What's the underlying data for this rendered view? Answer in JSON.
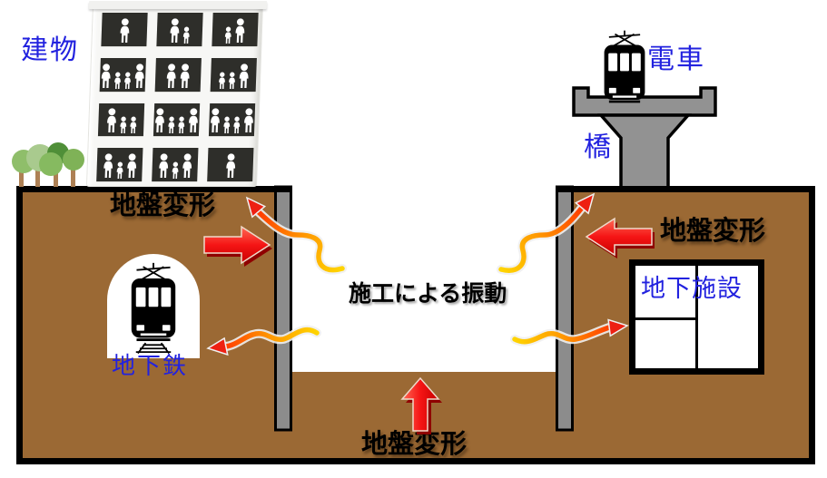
{
  "labels": {
    "building": "建物",
    "train": "電車",
    "bridge": "橋",
    "subway": "地下鉄",
    "underground_facility": "地下施設",
    "ground_deformation_left": "地盤変形",
    "ground_deformation_right": "地盤変形",
    "ground_deformation_bottom": "地盤変形",
    "construction_vibration": "施工による振動"
  },
  "colors": {
    "ground_brown": "#9B6934",
    "label_blue": "#2222DF",
    "arrow_red": "#EE1010",
    "arrow_red_dark": "#8F0000",
    "wave_yellow": "#FFD400",
    "wave_orange": "#FF8A00",
    "wave_red": "#FF2000",
    "wall_gray": "#8C8C8C",
    "bridge_gray": "#929292",
    "window_dark": "#2E2E2A"
  },
  "building": {
    "people_legend": {
      "a": "adult",
      "c": "child"
    },
    "windows": [
      [
        "a",
        "ac",
        "ca"
      ],
      [
        "acca",
        "aa",
        "cca"
      ],
      [
        "acc",
        "acca",
        "acca"
      ],
      [
        "aca",
        "aca",
        "a"
      ]
    ]
  },
  "icons": {
    "train": "tram-front-silhouette",
    "subway_train": "tram-front-silhouette-with-rails",
    "trees": "tree-cluster",
    "person": "person-silhouette",
    "red_arrows": "3d-block-arrow",
    "wave_arrows": "vibration-wave-arrow"
  }
}
